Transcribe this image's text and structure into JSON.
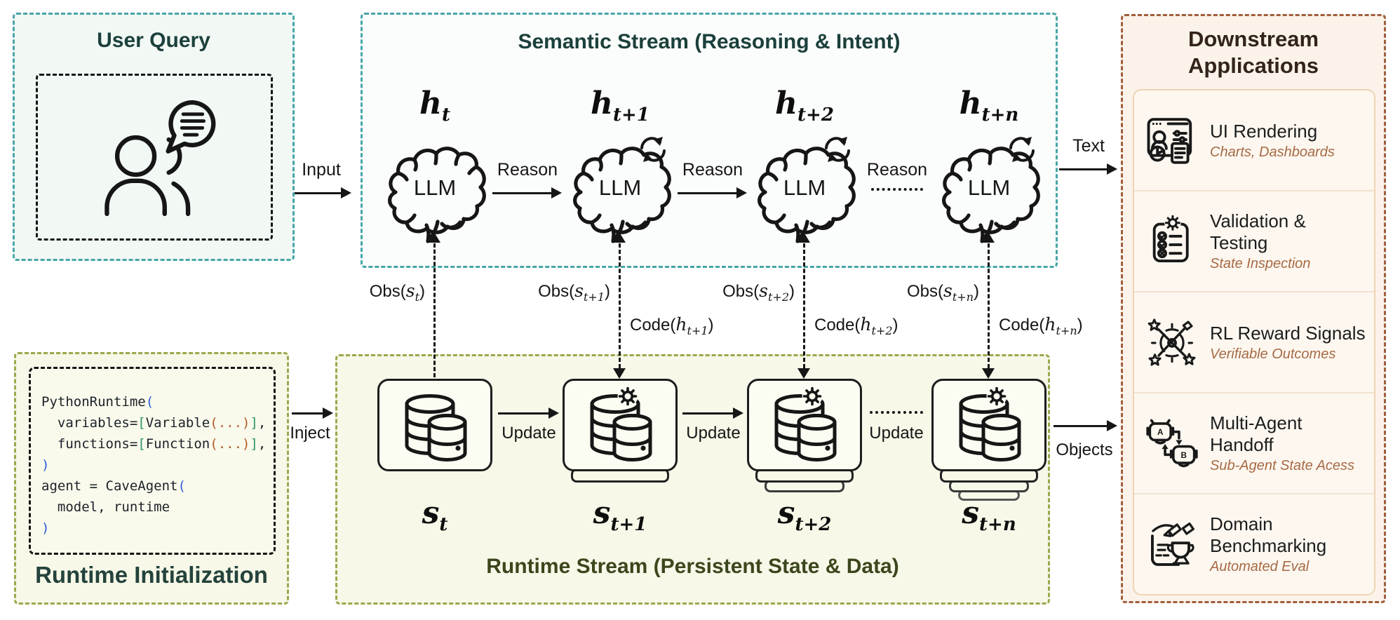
{
  "user_query": {
    "title": "User Query"
  },
  "semantic": {
    "title": "Semantic Stream (Reasoning & Intent)",
    "node_label": "LLM",
    "var": "h"
  },
  "runtime": {
    "title": "Runtime Stream (Persistent State & Data)",
    "var": "s"
  },
  "init": {
    "title": "Runtime Initialization",
    "code": [
      [
        "PythonRuntime",
        "("
      ],
      [
        "  variables=",
        "[",
        "Variable",
        "(...)",
        "]",
        ","
      ],
      [
        "  functions=",
        "[",
        "Function",
        "(...)",
        "]",
        ","
      ],
      [
        ")"
      ],
      [
        "agent = CaveAgent",
        "("
      ],
      [
        "  model, runtime"
      ],
      [
        ")"
      ]
    ]
  },
  "columns": [
    {
      "sub": "t"
    },
    {
      "sub": "t+1"
    },
    {
      "sub": "t+2"
    },
    {
      "sub": "t+n"
    }
  ],
  "labels": {
    "input": "Input",
    "reason": "Reason",
    "text": "Text",
    "inject": "Inject",
    "update": "Update",
    "objects": "Objects",
    "obs_prefix": "Obs(",
    "code_prefix": "Code(",
    "close": ")"
  },
  "downstream": {
    "title": "Downstream Applications",
    "agent_a": "A",
    "agent_b": "B",
    "items": [
      {
        "title": "UI Rendering",
        "subtitle": "Charts, Dashboards",
        "icon": "dashboard-icon"
      },
      {
        "title": "Validation & Testing",
        "subtitle": "State Inspection",
        "icon": "checklist-icon"
      },
      {
        "title": "RL Reward Signals",
        "subtitle": "Verifiable Outcomes",
        "icon": "reward-target-icon"
      },
      {
        "title": "Multi-Agent Handoff",
        "subtitle": "Sub-Agent State Acess",
        "icon": "robots-handoff-icon"
      },
      {
        "title": "Domain Benchmarking",
        "subtitle": "Automated Eval",
        "icon": "trophy-doc-icon"
      }
    ]
  },
  "colors": {
    "teal_border": "#47A5A8",
    "teal_text": "#1C403C",
    "olive_border": "#9DA74D",
    "olive_text": "#3C461C",
    "brown_border": "#A05E3B",
    "brown_text": "#33241A",
    "subtitle_brown": "#A66A43",
    "code_blue": "#2B5ED7",
    "code_green": "#2F9469",
    "code_orange": "#B35C26"
  }
}
